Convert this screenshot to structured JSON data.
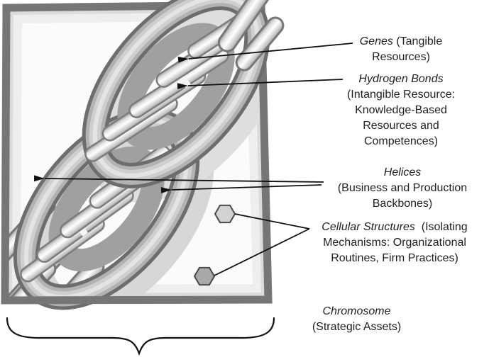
{
  "figure": {
    "title": "Chromosome as strategic-assets metaphor diagram",
    "labels": {
      "genes": {
        "full": "Genes (Tangible Resources)",
        "lines": [
          {
            "italic": "Genes",
            "rest": " (Tangible"
          },
          {
            "rest": "Resources)"
          }
        ]
      },
      "hydrogen_bonds": {
        "full": "Hydrogen Bonds (Intangible Resource: Knowledge-Based Resources and Competences)",
        "lines": [
          {
            "italic": "Hydrogen Bonds"
          },
          {
            "rest": "(Intangible Resource:"
          },
          {
            "rest": "Knowledge-Based"
          },
          {
            "rest": "Resources and"
          },
          {
            "rest": "Competences)"
          }
        ]
      },
      "helices": {
        "full": "Helices (Business and Production Backbones)",
        "lines": [
          {
            "italic": "Helices"
          },
          {
            "rest": "(Business and Production"
          },
          {
            "rest": "Backbones)"
          }
        ]
      },
      "cellular_structures": {
        "full": "Cellular Structures (Isolating Mechanisms: Organizational Routines, Firm Practices)",
        "lines": [
          {
            "italic": "Cellular Structures",
            "rest": "  (Isolating"
          },
          {
            "rest": "Mechanisms: Organizational"
          },
          {
            "rest": "Routines, Firm Practices)"
          }
        ]
      },
      "chromosome": {
        "full": "Chromosome (Strategic Assets)",
        "lines": [
          {
            "italic": "Chromosome"
          },
          {
            "rest": "(Strategic Assets)"
          }
        ]
      }
    },
    "colors": {
      "frame_border": "#767676",
      "helix_outline": "#6d6d6d",
      "helix_mid": "#b2b2b2",
      "helix_highlight": "#e4e4e4",
      "rung_outline": "#7d7d7d",
      "hexagon_light_fill": "#d2d2d2",
      "hexagon_dark_fill": "#a9a9a9",
      "connector_line": "#111111",
      "text": "#1f1f1f"
    }
  }
}
